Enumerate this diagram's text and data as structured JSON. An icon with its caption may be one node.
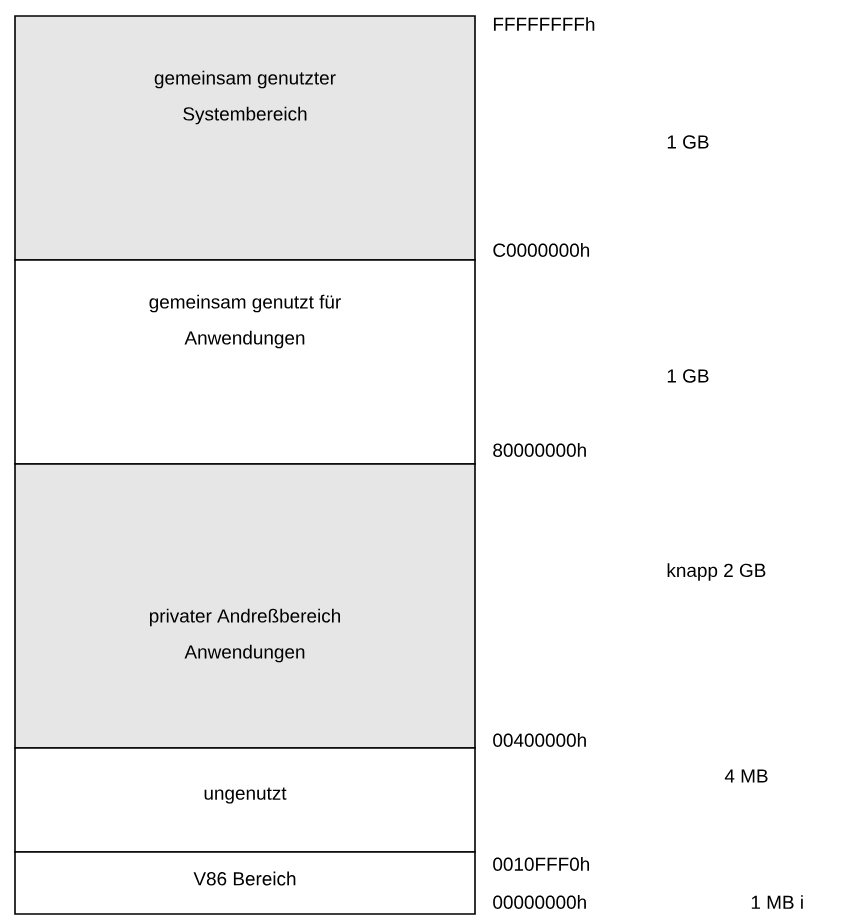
{
  "diagram": {
    "nodes": [
      {
        "text": [
          "gemeinsam genutzter Systembereich"
        ]
      },
      {
        "text": [
          "gemeinsam genutzt für Anwendungen"
        ]
      },
      {
        "text": [
          "privater Andreßbereich Anwendungen"
        ]
      },
      {
        "text": [
          "ungenutzt"
        ]
      },
      {
        "text": [
          "V86 Bereich"
        ]
      }
    ],
    "labels": [
      "FFFFFFFFh",
      "1 GB",
      "C0000000h",
      "1 GB",
      "80000000h",
      "knapp 2 GB",
      "00400000h",
      "4 MB",
      "0010FFF0h",
      "00000000h",
      "1 MB i"
    ]
  }
}
